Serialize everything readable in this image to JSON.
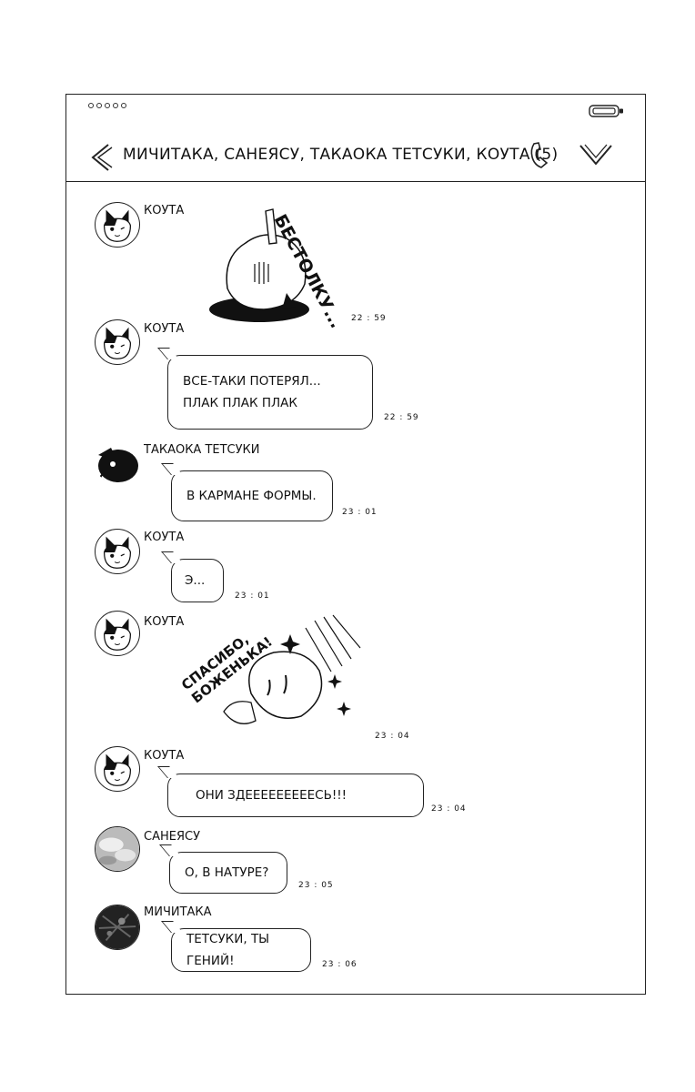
{
  "chat": {
    "title": "Мичитака, Санеясу, Такаока Тетсуки, Коута (5)",
    "status_icons": [
      "status-dots",
      "battery-icon"
    ],
    "header_icons": [
      "back-chevron-icon",
      "phone-call-icon",
      "dropdown-chevron-icon"
    ]
  },
  "messages": [
    {
      "sender": "Коута",
      "type": "sticker",
      "sticker_text": "Бестолку...",
      "time": "22 : 59"
    },
    {
      "sender": "Коута",
      "type": "text",
      "lines": [
        "Все-таки потерял...",
        "Плак плак плак"
      ],
      "time": "22 : 59"
    },
    {
      "sender": "Такаока Тетсуки",
      "type": "text",
      "lines": [
        "В кармане формы."
      ],
      "time": "23 : 01"
    },
    {
      "sender": "Коута",
      "type": "text",
      "lines": [
        "Э..."
      ],
      "time": "23 : 01"
    },
    {
      "sender": "Коута",
      "type": "sticker",
      "sticker_lines": [
        "Спасибо,",
        "боженька!"
      ],
      "time": "23 : 04"
    },
    {
      "sender": "Коута",
      "type": "text",
      "lines": [
        "Они здееееееееесь!!!"
      ],
      "time": "23 : 04"
    },
    {
      "sender": "Санеясу",
      "type": "text",
      "lines": [
        "О, в натуре?"
      ],
      "time": "23 : 05"
    },
    {
      "sender": "Мичитака",
      "type": "text",
      "lines": [
        "Тетсуки, ты гений!"
      ],
      "time": "23 : 06"
    }
  ]
}
